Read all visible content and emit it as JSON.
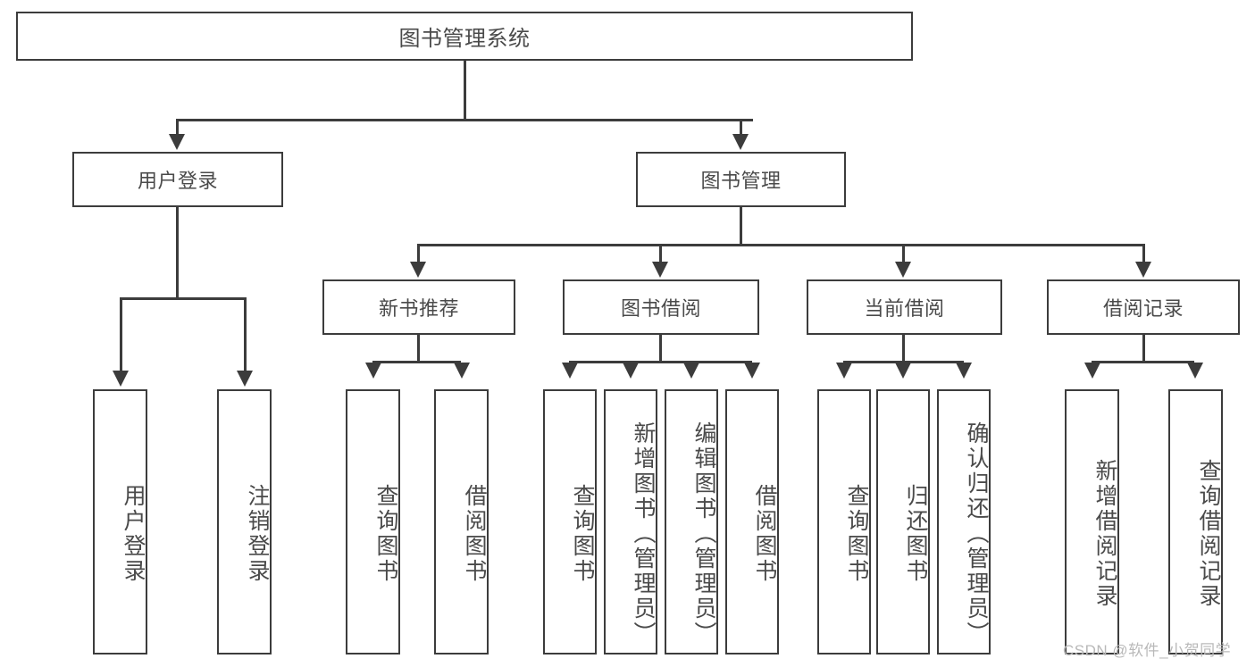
{
  "diagram": {
    "type": "tree-hierarchy",
    "title": "图书管理系统",
    "orientation": "top-down",
    "stroke_color": "#3c3c3c",
    "fill_color": "#ffffff",
    "text_color": "#4a4a4a",
    "levels": 4
  },
  "root": {
    "label": "图书管理系统"
  },
  "level2": [
    {
      "label": "用户登录"
    },
    {
      "label": "图书管理"
    }
  ],
  "level3": [
    {
      "label": "新书推荐"
    },
    {
      "label": "图书借阅"
    },
    {
      "label": "当前借阅"
    },
    {
      "label": "借阅记录"
    }
  ],
  "leaves": {
    "user_login": [
      {
        "label": "用户登录"
      },
      {
        "label": "注销登录"
      }
    ],
    "new_book_recommend": [
      {
        "label": "查询图书"
      },
      {
        "label": "借阅图书"
      }
    ],
    "book_borrow": [
      {
        "label": "查询图书"
      },
      {
        "label": "新增图书（管理员）"
      },
      {
        "label": "编辑图书（管理员）"
      },
      {
        "label": "借阅图书"
      }
    ],
    "current_borrow": [
      {
        "label": "查询图书"
      },
      {
        "label": "归还图书"
      },
      {
        "label": "确认归还（管理员）"
      }
    ],
    "borrow_record": [
      {
        "label": "新增借阅记录"
      },
      {
        "label": "查询借阅记录"
      }
    ]
  },
  "watermark": {
    "text": "CSDN @软件_小贺同学"
  }
}
